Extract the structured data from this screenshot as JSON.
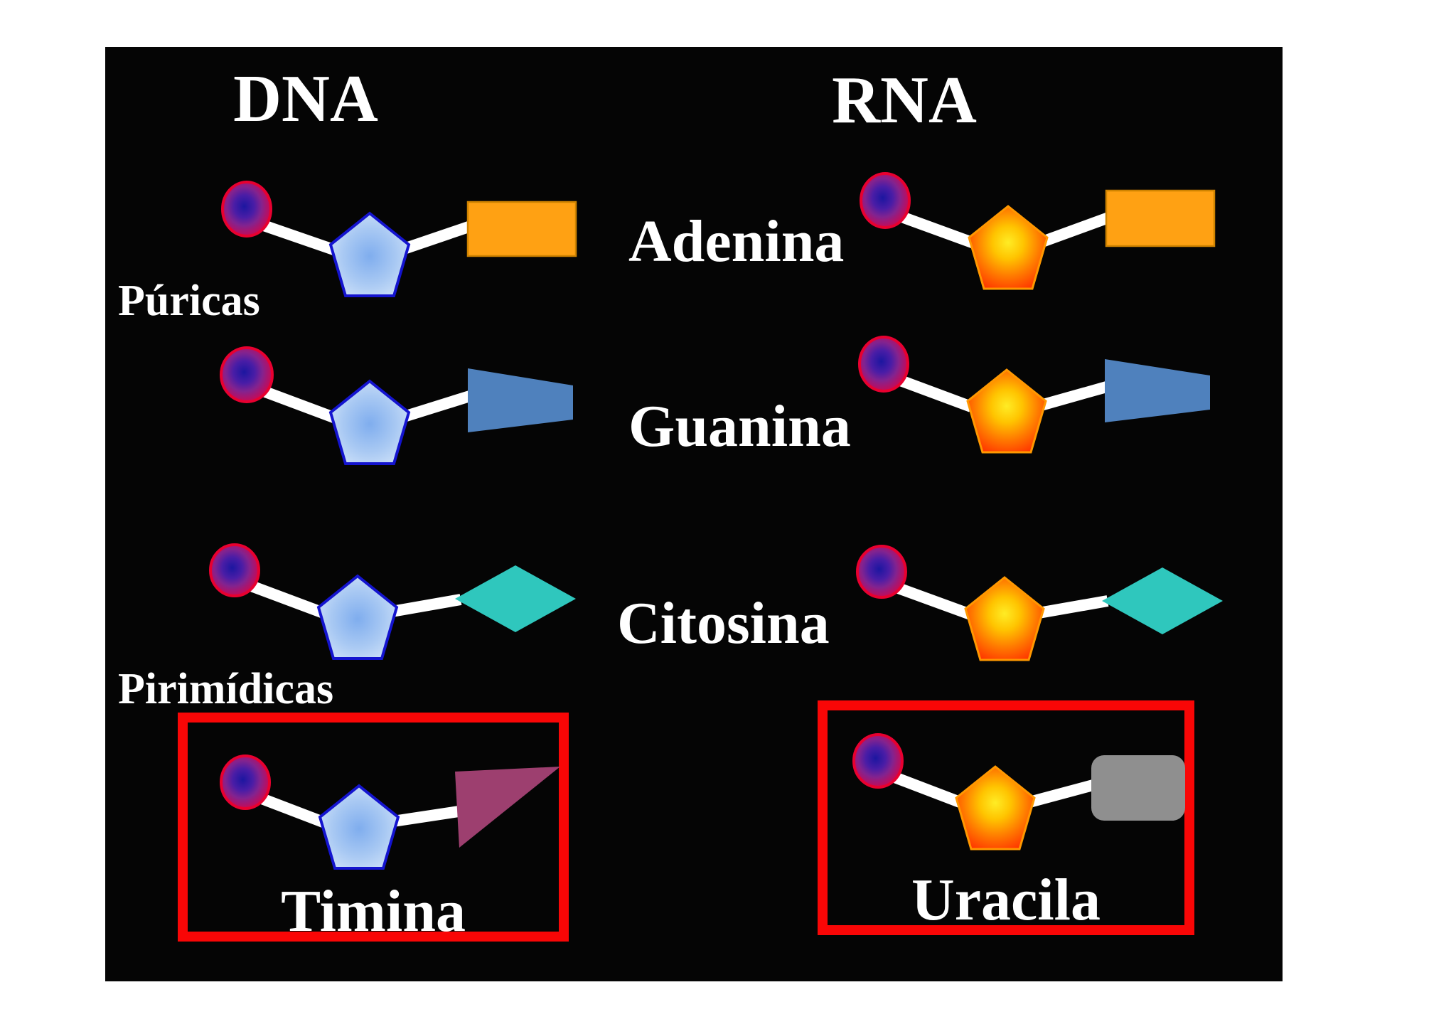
{
  "titles": {
    "dna": "DNA",
    "rna": "RNA"
  },
  "side_labels": {
    "purines": "Púricas",
    "pyrimidines": "Pirimídicas"
  },
  "bases": [
    {
      "label": "Adenina",
      "shape": "rectangle",
      "color": "#ffa113",
      "columns": [
        "DNA",
        "RNA"
      ],
      "highlighted": false
    },
    {
      "label": "Guanina",
      "shape": "trapezoid",
      "color": "#4f81bd",
      "columns": [
        "DNA",
        "RNA"
      ],
      "highlighted": false
    },
    {
      "label": "Citosina",
      "shape": "diamond",
      "color": "#2fc7bd",
      "columns": [
        "DNA",
        "RNA"
      ],
      "highlighted": false
    },
    {
      "label": "Timina",
      "shape": "triangle",
      "color": "#9d3f6f",
      "columns": [
        "DNA"
      ],
      "highlighted": true
    },
    {
      "label": "Uracila",
      "shape": "rounded-rectangle",
      "color": "#8f8f8f",
      "columns": [
        "RNA"
      ],
      "highlighted": true
    }
  ],
  "colors": {
    "background": "#ffffff",
    "panel": "#050505",
    "highlight_box": "#f90606",
    "phosphate_center": "#1c16a0",
    "phosphate_outer": "#cf0a4e",
    "phosphate_border": "#e80030",
    "dna_sugar_center": "#7fadee",
    "dna_sugar_edge": "#dceafb",
    "dna_sugar_border": "#1414cf",
    "rna_sugar_center": "#ffec25",
    "rna_sugar_edge": "#ff2800",
    "rna_sugar_border": "#ff9800",
    "bond": "#ffffff",
    "text": "#ffffff"
  }
}
